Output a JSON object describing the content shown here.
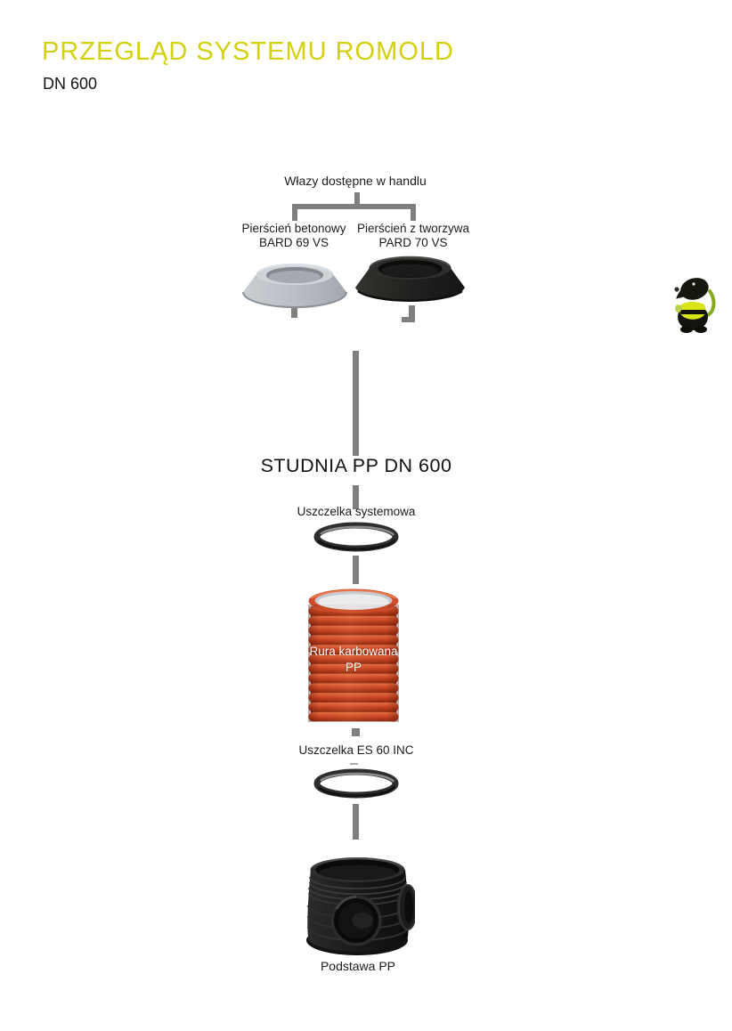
{
  "header": {
    "title": "PRZEGLĄD SYSTEMU ROMOLD",
    "subtitle": "DN 600"
  },
  "diagram": {
    "covers_label": "Włazy dostępne w handlu",
    "concrete_ring": {
      "name": "Pierścień betonowy",
      "model": "BARD 69 VS"
    },
    "plastic_ring": {
      "name": "Pierścień z tworzywa",
      "model": "PARD 70 VS"
    },
    "manhole_title": "STUDNIA PP DN 600",
    "system_gasket_label": "Uszczelka systemowa",
    "pipe": {
      "name": "Rura karbowana",
      "material": "PP"
    },
    "es_gasket_label": "Uszczelka ES 60 INC",
    "base_label": "Podstawa PP"
  },
  "colors": {
    "title_yellow": "#d3d00e",
    "connector_gray": "#7f7f7f",
    "pipe_orange": "#d04a24",
    "concrete_gray": "#b6bcc1",
    "plastic_black": "#1f1f1d",
    "mascot_vest_yellow": "#d8e516",
    "text_black": "#1f1f1f"
  },
  "images": {
    "concrete_ring": "concrete-support-ring-photo",
    "plastic_ring": "plastic-support-ring-photo",
    "system_gasket": "elastomer-gasket-ring-photo",
    "corrugated_pipe": "orange-corrugated-pp-pipe-photo",
    "es_gasket": "elastomer-gasket-ring-photo",
    "pp_base": "black-pp-manhole-base-photo",
    "mascot": "romold-mole-mascot"
  }
}
